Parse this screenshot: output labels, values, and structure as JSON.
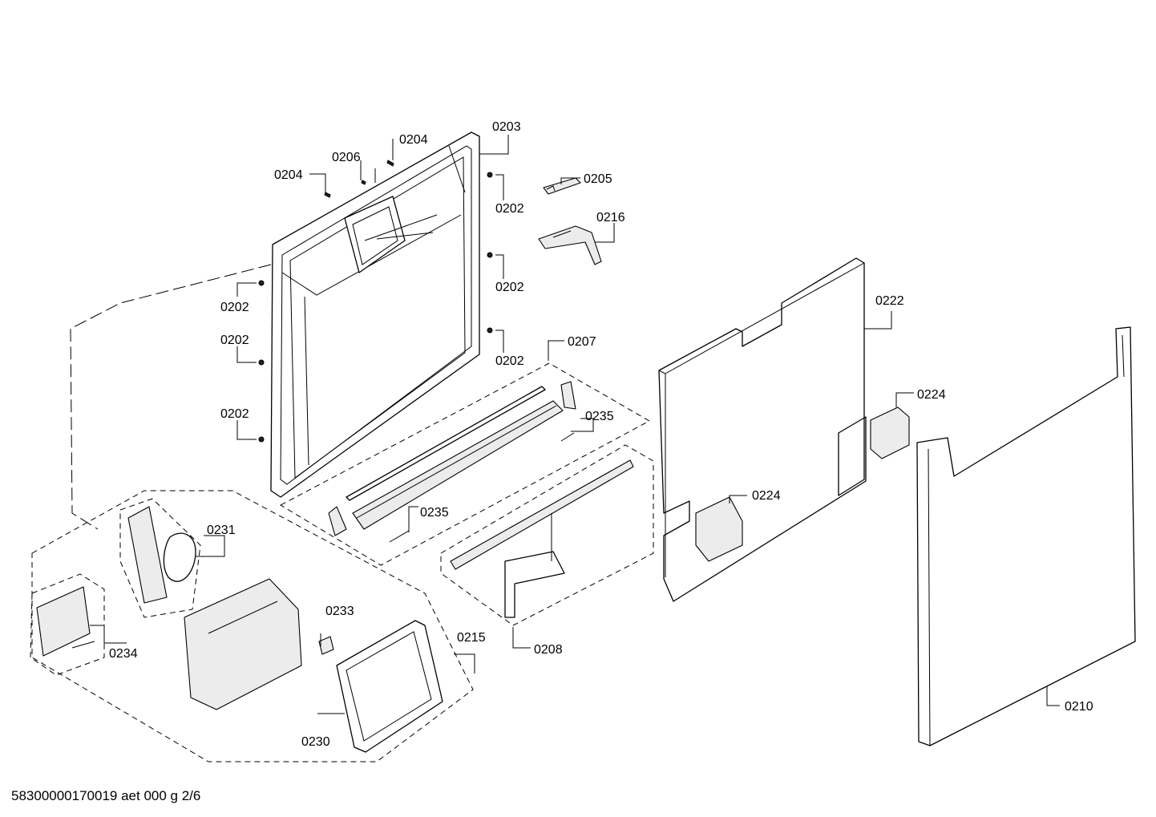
{
  "labels": {
    "p0203": "0203",
    "p0204a": "0204",
    "p0204b": "0204",
    "p0206": "0206",
    "p0205": "0205",
    "p0216": "0216",
    "p0202a": "0202",
    "p0202b": "0202",
    "p0202c": "0202",
    "p0202d": "0202",
    "p0202e": "0202",
    "p0202f": "0202",
    "p0207": "0207",
    "p0235a": "0235",
    "p0235b": "0235",
    "p0222": "0222",
    "p0224a": "0224",
    "p0224b": "0224",
    "p0231": "0231",
    "p0233": "0233",
    "p0215": "0215",
    "p0208": "0208",
    "p0234": "0234",
    "p0230": "0230",
    "p0210": "0210"
  },
  "footer": {
    "code": "58300000170019 aet 000 g 2/6"
  }
}
